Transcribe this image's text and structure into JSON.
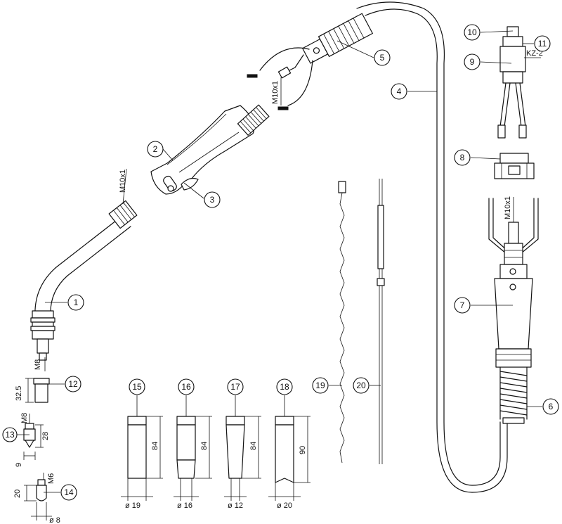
{
  "parts": [
    {
      "id": "1"
    },
    {
      "id": "2"
    },
    {
      "id": "3"
    },
    {
      "id": "4"
    },
    {
      "id": "5"
    },
    {
      "id": "6"
    },
    {
      "id": "7"
    },
    {
      "id": "8"
    },
    {
      "id": "9"
    },
    {
      "id": "10"
    },
    {
      "id": "11"
    },
    {
      "id": "12"
    },
    {
      "id": "13"
    },
    {
      "id": "14"
    },
    {
      "id": "15"
    },
    {
      "id": "16"
    },
    {
      "id": "17"
    },
    {
      "id": "18"
    },
    {
      "id": "19"
    },
    {
      "id": "20"
    }
  ],
  "dimensions": {
    "neck_thread": "M10x1",
    "handle_thread": "M10x1",
    "plug_thread": "M10x1",
    "neck_end_thread": "M8",
    "connector_label": "KZ-2",
    "part12_height": "32.5",
    "part13_thread": "M8",
    "part13_height": "28",
    "part13_width": "9",
    "part14_thread": "M6",
    "part14_height": "20",
    "part14_diameter": "ø 8",
    "nozzle15_length": "84",
    "nozzle15_diameter": "ø 19",
    "nozzle16_length": "84",
    "nozzle16_diameter": "ø 16",
    "nozzle17_length": "84",
    "nozzle17_diameter": "ø 12",
    "nozzle18_length": "90",
    "nozzle18_diameter": "ø 20"
  }
}
